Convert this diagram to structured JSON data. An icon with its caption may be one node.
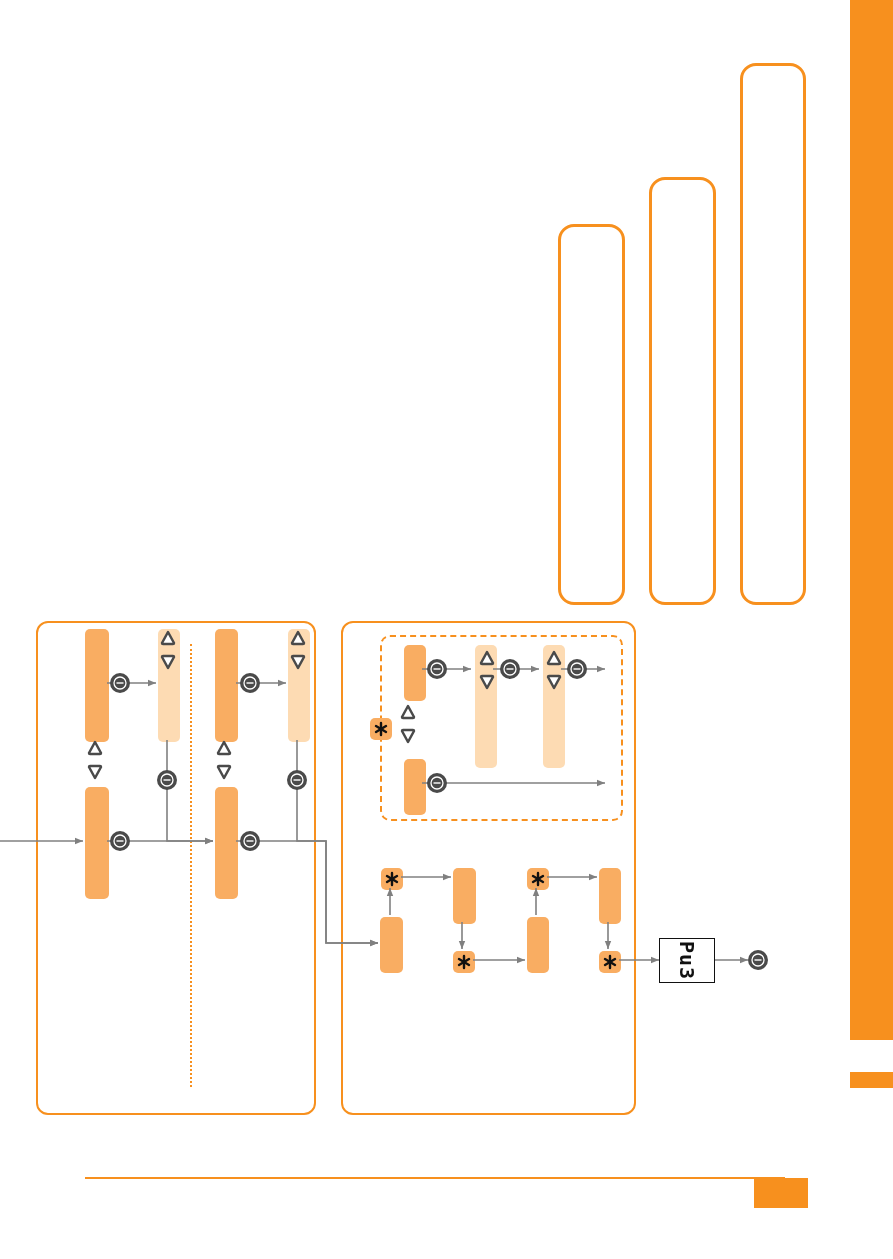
{
  "diagram": {
    "nodes": [
      {
        "text": [],
        "shape": "box"
      },
      {
        "text": [],
        "shape": "box"
      },
      {
        "text": [],
        "shape": "box",
        "in": 0
      },
      {
        "text": [],
        "shape": "box",
        "in": 0
      },
      {
        "text": [],
        "shape": "box",
        "in": 0
      },
      {
        "text": [],
        "shape": "box",
        "in": 0
      },
      {
        "text": [],
        "shape": "box",
        "in": 0
      },
      {
        "text": [],
        "shape": "box",
        "in": 0
      },
      {
        "text": [],
        "shape": "box",
        "in": 1
      },
      {
        "text": [],
        "shape": "box",
        "in": 8
      },
      {
        "text": [],
        "shape": "box",
        "in": 8
      },
      {
        "text": [],
        "shape": "box",
        "in": 8
      },
      {
        "text": [],
        "shape": "box",
        "in": 8
      },
      {
        "text": [],
        "shape": "box",
        "in": 1
      },
      {
        "text": [],
        "shape": "box",
        "in": 1
      },
      {
        "text": [],
        "shape": "box",
        "in": 1
      },
      {
        "text": [],
        "shape": "box",
        "in": 1
      },
      {
        "text": [],
        "shape": "box",
        "in": 1
      },
      {
        "text": [],
        "shape": "box",
        "in": 1
      },
      {
        "text": [],
        "shape": "box",
        "in": 1
      },
      {
        "text": [],
        "shape": "box",
        "in": 1
      },
      {
        "text": [],
        "shape": "box",
        "in": 1
      },
      {
        "text": [
          "Pu3"
        ]
      },
      {
        "text": [],
        "shape": "circle"
      },
      {
        "text": [],
        "shape": "box"
      },
      {
        "text": [],
        "shape": "box"
      },
      {
        "text": [],
        "shape": "box"
      },
      {
        "text": [],
        "shape": "bar"
      },
      {
        "text": [],
        "shape": "bar"
      },
      {
        "text": [],
        "shape": "box"
      }
    ],
    "edges": [
      {
        "from": null,
        "to": 4,
        "arrow": "to"
      },
      {
        "from": 2,
        "to": 3,
        "arrow": "to"
      },
      {
        "from": 3,
        "to": 7,
        "arrow": "to"
      },
      {
        "from": 4,
        "to": 7,
        "arrow": "to"
      },
      {
        "from": 5,
        "to": 6,
        "arrow": "to"
      },
      {
        "from": 6,
        "to": 14,
        "arrow": "to"
      },
      {
        "from": 7,
        "to": 14,
        "arrow": "to"
      },
      {
        "from": 9,
        "to": 10,
        "arrow": "to"
      },
      {
        "from": 10,
        "to": 11,
        "arrow": "to"
      },
      {
        "from": 11,
        "to": null,
        "arrow": "to"
      },
      {
        "from": 12,
        "to": null,
        "arrow": "to"
      },
      {
        "from": 14,
        "to": 15,
        "arrow": "to"
      },
      {
        "from": 15,
        "to": 16,
        "arrow": "to"
      },
      {
        "from": 16,
        "to": 17,
        "arrow": "to"
      },
      {
        "from": 17,
        "to": 18,
        "arrow": "to"
      },
      {
        "from": 18,
        "to": 19,
        "arrow": "to"
      },
      {
        "from": 19,
        "to": 20,
        "arrow": "to"
      },
      {
        "from": 20,
        "to": 21,
        "arrow": "to"
      },
      {
        "from": 21,
        "to": 22,
        "arrow": "to"
      },
      {
        "from": 22,
        "to": 23,
        "arrow": "to"
      }
    ]
  }
}
